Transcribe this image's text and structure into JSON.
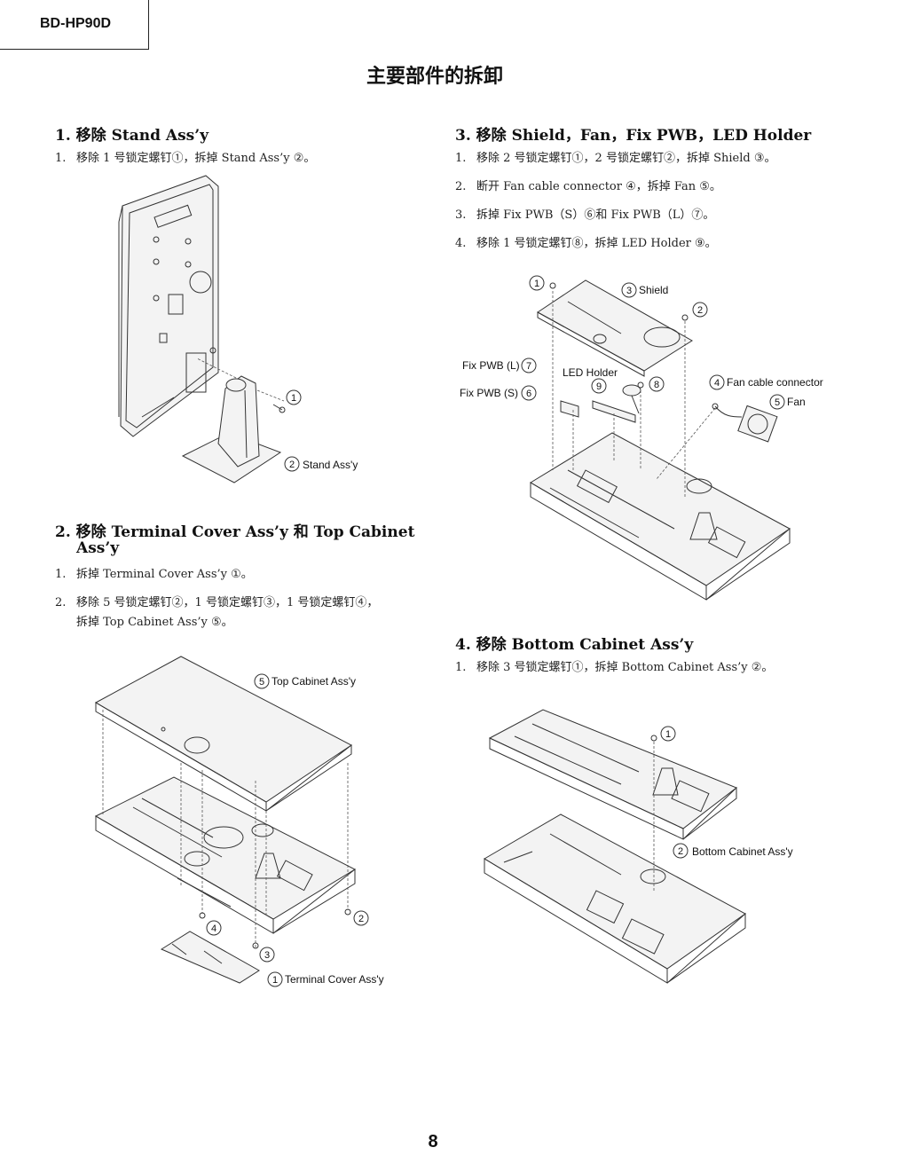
{
  "header": {
    "model": "BD-HP90D"
  },
  "title": "主要部件的拆卸",
  "sections": [
    {
      "title": "1. 移除 Stand Ass’y",
      "steps": [
        "移除 1 号锁定螺钉①，拆掉 Stand Ass’y ②。"
      ]
    },
    {
      "title_line1": "2. 移除 Terminal Cover Ass’y 和 Top Cabinet",
      "title_line2": "Ass’y",
      "steps": [
        "拆掉 Terminal Cover Ass’y ①。",
        "移除 5 号锁定螺钉②，1 号锁定螺钉③，1 号锁定螺钉④，",
        "拆掉 Top Cabinet Ass’y ⑤。"
      ]
    },
    {
      "title": "3. 移除 Shield，Fan，Fix PWB，LED Holder",
      "steps": [
        "移除 2 号锁定螺钉①，2 号锁定螺钉②，拆掉 Shield ③。",
        "断开 Fan cable connector ④，拆掉 Fan ⑤。",
        "拆掉 Fix PWB（S）⑥和 Fix PWB（L）⑦。",
        "移除 1 号锁定螺钉⑧，拆掉 LED Holder ⑨。"
      ]
    },
    {
      "title": "4. 移除 Bottom Cabinet Ass’y",
      "steps": [
        "移除 3 号锁定螺钉①，拆掉 Bottom Cabinet Ass’y ②。"
      ]
    }
  ],
  "step_numbers": [
    "1.",
    "2.",
    "3.",
    "4."
  ],
  "diagram1": {
    "callouts": [
      "1",
      "2"
    ],
    "labels": {
      "stand": "Stand Ass'y"
    }
  },
  "diagram2": {
    "callouts": [
      "1",
      "2",
      "3",
      "4",
      "5"
    ],
    "labels": {
      "top": "Top Cabinet Ass'y",
      "terminal": "Terminal Cover Ass'y"
    }
  },
  "diagram3": {
    "callouts": [
      "1",
      "2",
      "3",
      "4",
      "5",
      "6",
      "7",
      "8",
      "9"
    ],
    "labels": {
      "shield": "Shield",
      "fixl": "Fix PWB (L)",
      "fixs": "Fix PWB (S)",
      "led": "LED Holder",
      "fancable": "Fan cable connector",
      "fan": "Fan"
    }
  },
  "diagram4": {
    "callouts": [
      "1",
      "2"
    ],
    "labels": {
      "bottom": "Bottom Cabinet Ass'y"
    }
  },
  "page_number": "8"
}
